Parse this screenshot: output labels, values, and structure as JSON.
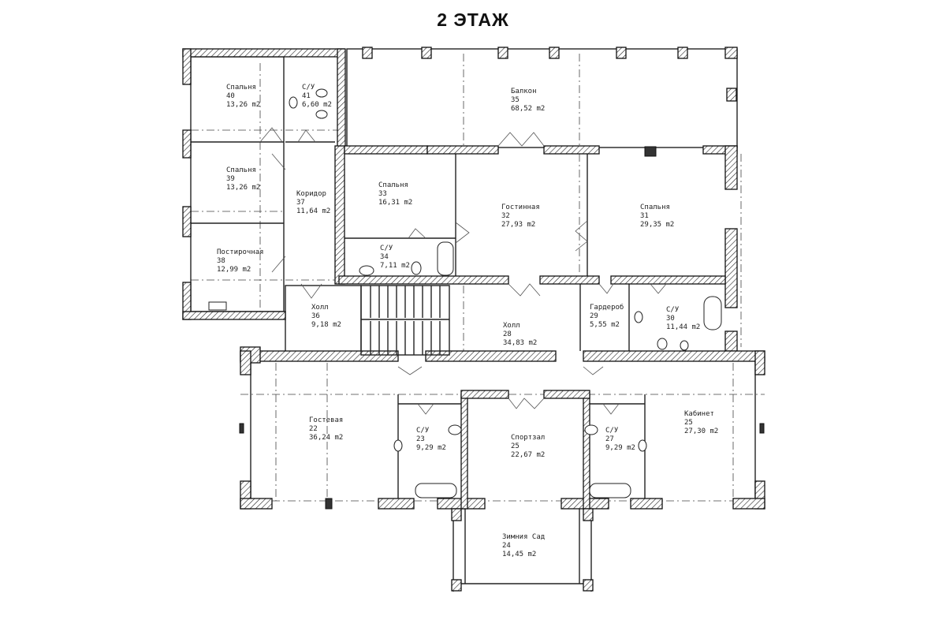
{
  "title": "2 ЭТАЖ",
  "rooms": [
    {
      "name": "Спальня",
      "number": "40",
      "area": "13,26 m2"
    },
    {
      "name": "С/У",
      "number": "41",
      "area": "6,60 m2"
    },
    {
      "name": "Спальня",
      "number": "39",
      "area": "13,26 m2"
    },
    {
      "name": "Коридор",
      "number": "37",
      "area": "11,64 m2"
    },
    {
      "name": "Постирочная",
      "number": "38",
      "area": "12,99 m2"
    },
    {
      "name": "Холл",
      "number": "36",
      "area": "9,18 m2"
    },
    {
      "name": "Балкон",
      "number": "35",
      "area": "68,52 m2"
    },
    {
      "name": "Спальня",
      "number": "33",
      "area": "16,31 m2"
    },
    {
      "name": "Гостинная",
      "number": "32",
      "area": "27,93 m2"
    },
    {
      "name": "Спальня",
      "number": "31",
      "area": "29,35 m2"
    },
    {
      "name": "С/У",
      "number": "34",
      "area": "7,11 m2"
    },
    {
      "name": "Холл",
      "number": "28",
      "area": "34,83 m2"
    },
    {
      "name": "Гардероб",
      "number": "29",
      "area": "5,55 m2"
    },
    {
      "name": "С/У",
      "number": "30",
      "area": "11,44 m2"
    },
    {
      "name": "Гостевая",
      "number": "22",
      "area": "36,24 m2"
    },
    {
      "name": "С/У",
      "number": "23",
      "area": "9,29 m2"
    },
    {
      "name": "Спортзал",
      "number": "25",
      "area": "22,67 m2"
    },
    {
      "name": "С/У",
      "number": "27",
      "area": "9,29 m2"
    },
    {
      "name": "Кабинет",
      "number": "25",
      "area": "27,30 m2"
    },
    {
      "name": "Зимния Сад",
      "number": "24",
      "area": "14,45 m2"
    }
  ]
}
